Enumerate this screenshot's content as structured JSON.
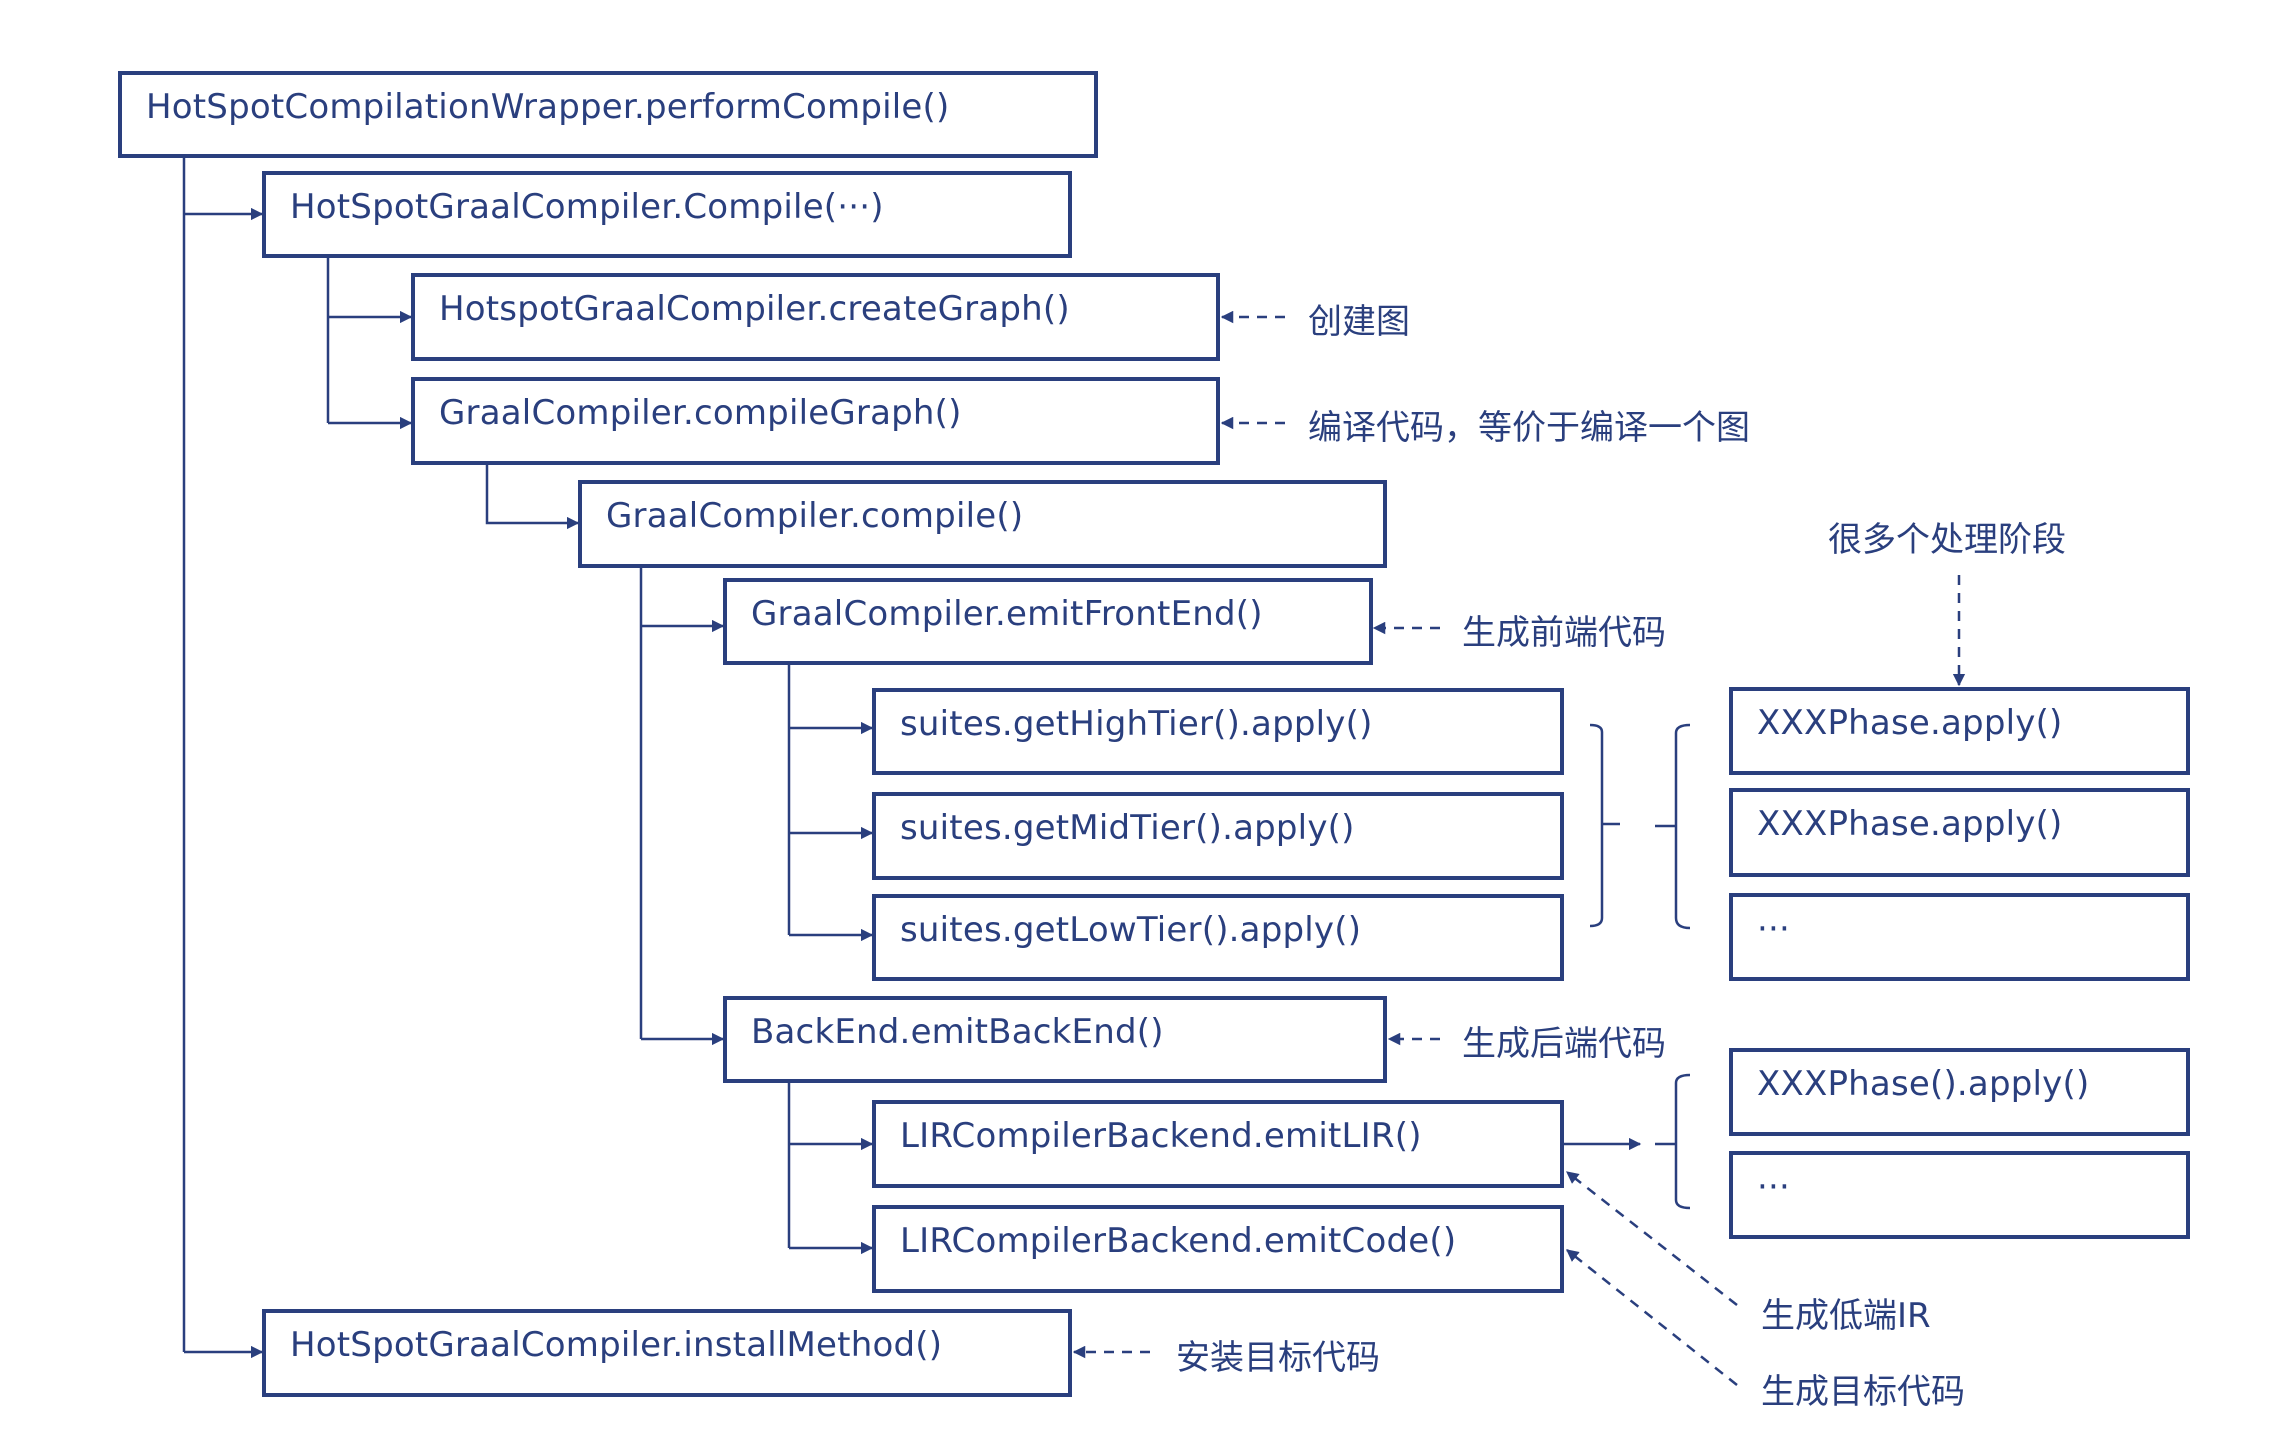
{
  "diagram": {
    "colors": {
      "stroke": "#2a3f7e",
      "background": "#ffffff"
    },
    "nodes": [
      {
        "id": "perform_compile",
        "label": "HotSpotCompilationWrapper.performCompile()"
      },
      {
        "id": "hotspot_compile",
        "label": "HotSpotGraalCompiler.Compile(···)"
      },
      {
        "id": "create_graph",
        "label": "HotspotGraalCompiler.createGraph()"
      },
      {
        "id": "compile_graph",
        "label": "GraalCompiler.compileGraph()"
      },
      {
        "id": "graal_compile",
        "label": "GraalCompiler.compile()"
      },
      {
        "id": "emit_front_end",
        "label": "GraalCompiler.emitFrontEnd()"
      },
      {
        "id": "high_tier",
        "label": "suites.getHighTier().apply()"
      },
      {
        "id": "mid_tier",
        "label": "suites.getMidTier().apply()"
      },
      {
        "id": "low_tier",
        "label": "suites.getLowTier().apply()"
      },
      {
        "id": "emit_back_end",
        "label": "BackEnd.emitBackEnd()"
      },
      {
        "id": "emit_lir",
        "label": "LIRCompilerBackend.emitLIR()"
      },
      {
        "id": "emit_code",
        "label": "LIRCompilerBackend.emitCode()"
      },
      {
        "id": "install_method",
        "label": "HotSpotGraalCompiler.installMethod()"
      },
      {
        "id": "phase_1",
        "label": "XXXPhase.apply()"
      },
      {
        "id": "phase_2",
        "label": "XXXPhase.apply()"
      },
      {
        "id": "phase_3",
        "label": "···"
      },
      {
        "id": "lir_phase_1",
        "label": "XXXPhase().apply()"
      },
      {
        "id": "lir_phase_2",
        "label": "···"
      }
    ],
    "annotations": {
      "create_graph": "创建图",
      "compile_graph": "编译代码，等价于编译一个图",
      "phases": "很多个处理阶段",
      "front_end": "生成前端代码",
      "back_end": "生成后端代码",
      "install": "安装目标代码",
      "low_ir": "生成低端IR",
      "target_code": "生成目标代码"
    }
  }
}
